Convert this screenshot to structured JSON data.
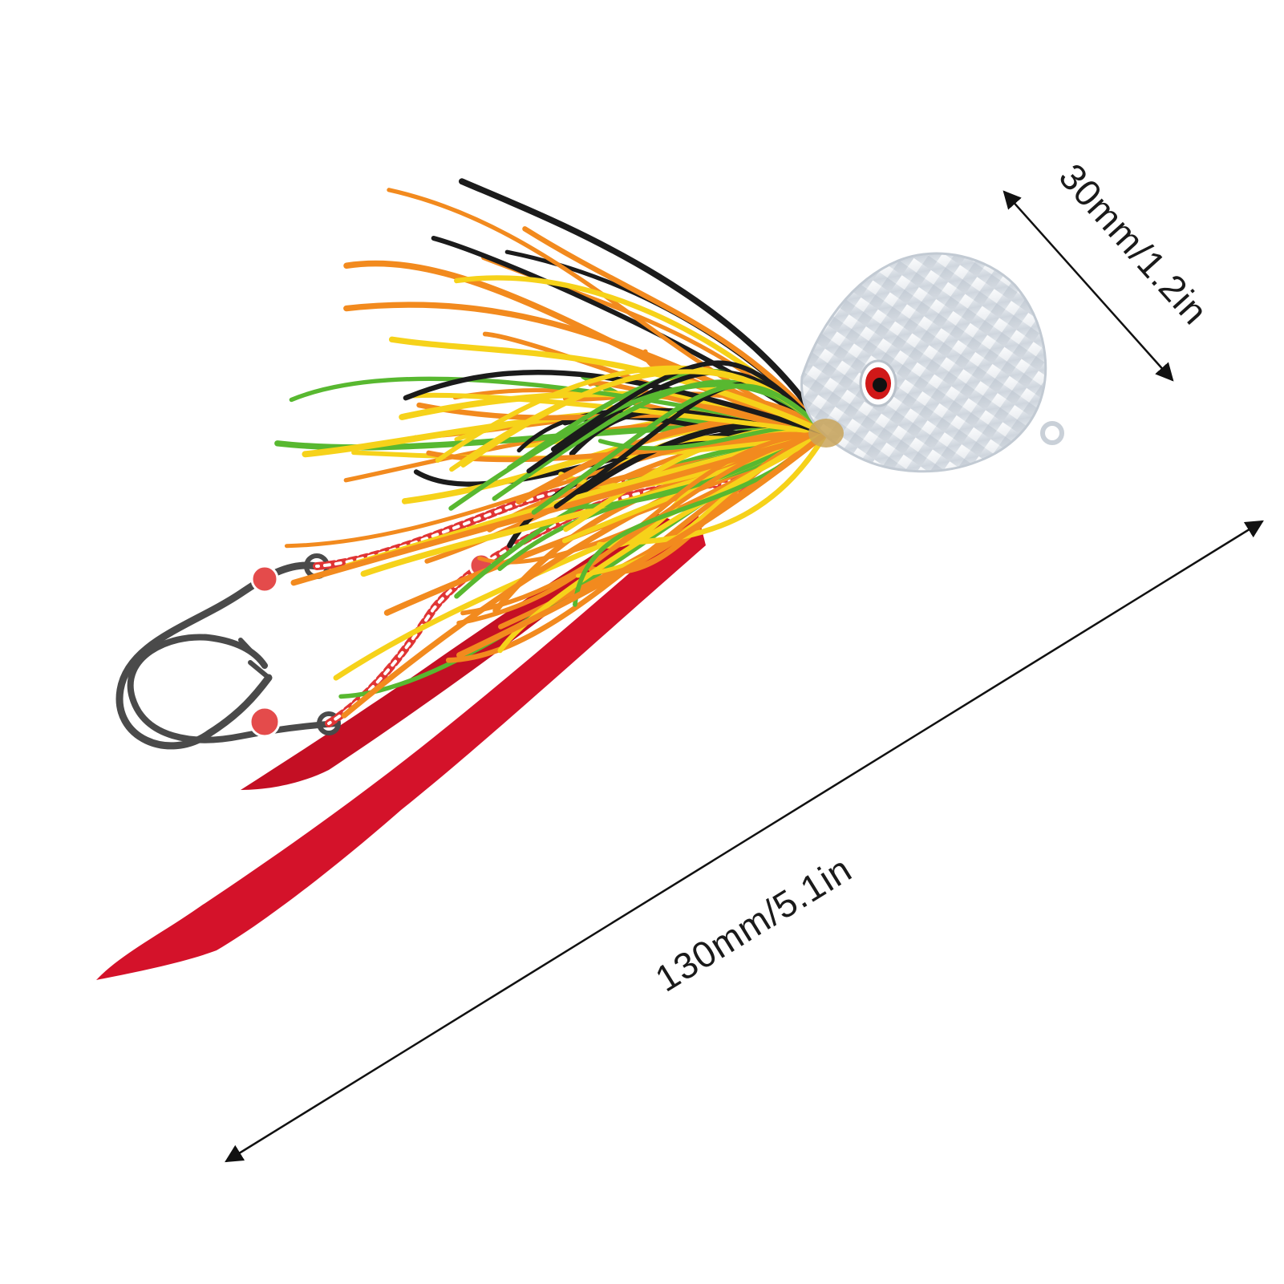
{
  "image": {
    "subject": "fishing-jig-lure",
    "background_color": "#ffffff"
  },
  "dimensions": {
    "length": {
      "label": "130mm/5.1in",
      "value_mm": 130,
      "value_in": 5.1
    },
    "head_width": {
      "label": "30mm/1.2in",
      "value_mm": 30,
      "value_in": 1.2
    }
  },
  "colors": {
    "head": "#dde3ea",
    "eye_red": "#d01818",
    "skirt_orange": "#f28a1e",
    "skirt_yellow": "#f6d21a",
    "skirt_green": "#58b830",
    "skirt_black": "#1b1b1b",
    "tail_red": "#d4122a",
    "hook_metal": "#4a4a4a",
    "assist_cord": "#e03434"
  }
}
